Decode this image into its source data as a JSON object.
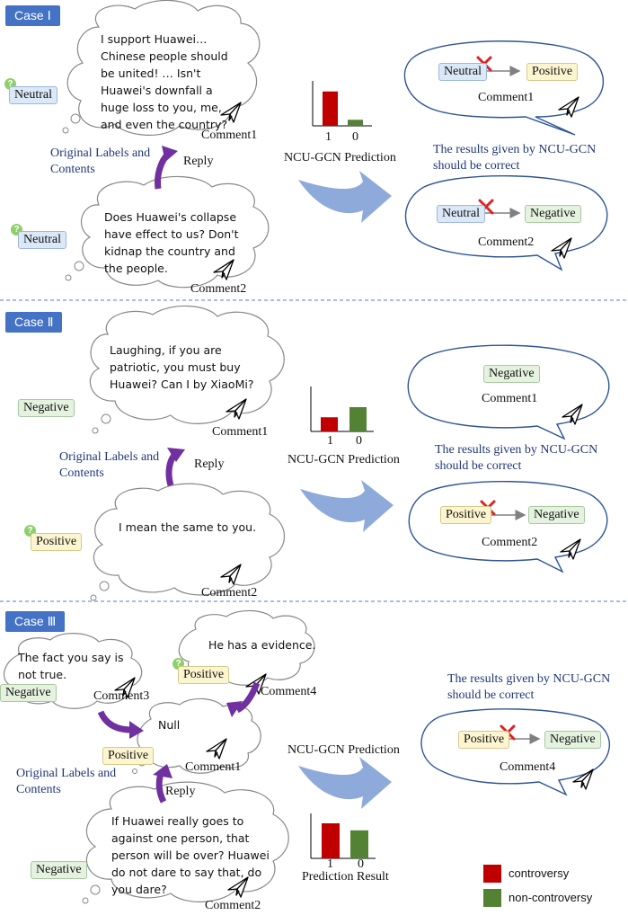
{
  "case1": {
    "tag": "Case Ⅰ",
    "parent_comment": "I support Huawei… Chinese people should be united! … Isn't Huawei's downfall a huge loss to you, me, and even the country?",
    "parent_label": "Neutral",
    "parent_caption": "Comment1",
    "child_comment": "Does Huawei's collapse have effect to us? Don't kidnap the country and the people.",
    "child_label": "Neutral",
    "child_caption": "Comment2",
    "orig_labels": "Original Labels and Contents",
    "reply": "Reply",
    "bar_cat1": "1",
    "bar_cat0": "0",
    "pred_title": "NCU-GCN Prediction",
    "out1_from": "Neutral",
    "out1_to": "Positive",
    "out1_caption": "Comment1",
    "result_text": "The results given by NCU-GCN should be correct",
    "out2_from": "Neutral",
    "out2_to": "Negative",
    "out2_caption": "Comment2"
  },
  "case2": {
    "tag": "Case Ⅱ",
    "parent_comment": "Laughing, if you are patriotic, you must buy Huawei? Can I by XiaoMi?",
    "parent_label": "Negative",
    "parent_caption": "Comment1",
    "child_comment": "I mean the same to you.",
    "child_label": "Positive",
    "child_caption": "Comment2",
    "orig_labels": "Original Labels and Contents",
    "reply": "Reply",
    "bar_cat1": "1",
    "bar_cat0": "0",
    "pred_title": "NCU-GCN Prediction",
    "out1_label": "Negative",
    "out1_caption": "Comment1",
    "result_text": "The results given by NCU-GCN should be correct",
    "out2_from": "Positive",
    "out2_to": "Negative",
    "out2_caption": "Comment2"
  },
  "case3": {
    "tag": "Case Ⅲ",
    "c3_comment": "The fact you say is not true.",
    "c3_label": "Negative",
    "c3_caption": "Comment3",
    "c4_comment": "He has a evidence.",
    "c4_label": "Positive",
    "c4_caption": "Comment4",
    "c1_comment": "Null",
    "c1_label": "Positive",
    "c1_caption": "Comment1",
    "c2_comment": "If Huawei really goes to against one person, that person will be over? Huawei do not dare to say that, do you dare?",
    "c2_label": "Negative",
    "c2_caption": "Comment2",
    "orig_labels": "Original Labels and Contents",
    "reply": "Reply",
    "pred_title": "NCU-GCN Prediction",
    "bar_cat1": "1",
    "bar_cat0": "0",
    "pred_result": "Prediction Result",
    "result_text": "The results given by NCU-GCN should be correct",
    "out_from": "Positive",
    "out_to": "Negative",
    "out_caption": "Comment4"
  },
  "legend": {
    "controversy": "controversy",
    "non_controversy": "non-controversy"
  },
  "colors": {
    "controversy": "#c00000",
    "non_controversy": "#548235",
    "case_tag": "#4472c4",
    "arrow_purple": "#7030a0",
    "big_arrow": "#8eaadb",
    "ellipse": "#2f5597"
  },
  "chart_data": [
    {
      "type": "bar",
      "categories": [
        "1",
        "0"
      ],
      "values": [
        0.85,
        0.15
      ],
      "title": "NCU-GCN Prediction",
      "ylim": [
        0,
        1
      ]
    },
    {
      "type": "bar",
      "categories": [
        "1",
        "0"
      ],
      "values": [
        0.35,
        0.6
      ],
      "title": "NCU-GCN Prediction",
      "ylim": [
        0,
        1
      ]
    },
    {
      "type": "bar",
      "categories": [
        "1",
        "0"
      ],
      "values": [
        0.75,
        0.6
      ],
      "title": "Prediction Result",
      "ylim": [
        0,
        1
      ]
    }
  ]
}
